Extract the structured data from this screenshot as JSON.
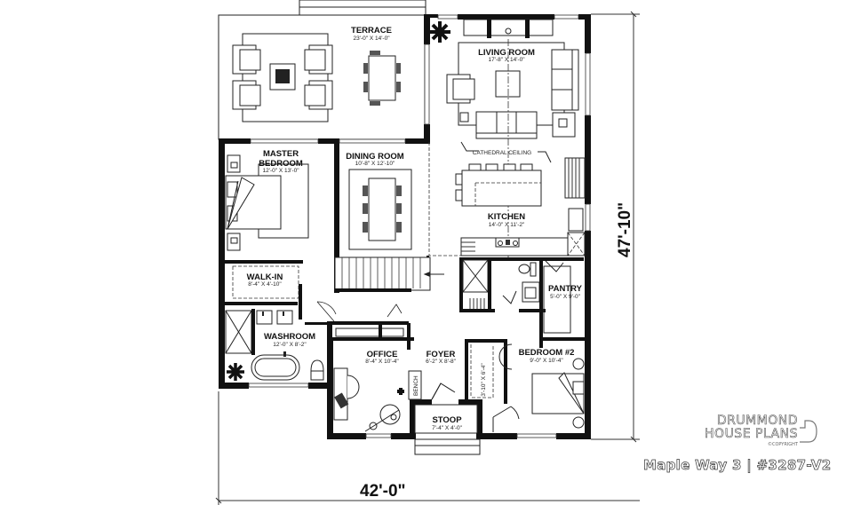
{
  "plan": {
    "name": "Maple Way 3",
    "number": "#3287-V2",
    "title": "Maple Way 3 | #3287-V2",
    "overall_width": "42'-0\"",
    "overall_depth": "47'-10\""
  },
  "brand": {
    "line1": "DRUMMOND",
    "line2": "HOUSE PLANS",
    "copyright": "©COPYRIGHT"
  },
  "rooms": {
    "terrace": {
      "name": "TERRACE",
      "dim": "23'-0\" X 14'-0\""
    },
    "living": {
      "name": "LIVING ROOM",
      "dim": "17'-8\" X 14'-0\""
    },
    "master": {
      "name1": "MASTER",
      "name2": "BEDROOM",
      "dim": "12'-0\" X 13'-0\""
    },
    "dining": {
      "name": "DINING ROOM",
      "dim": "10'-8\" X 12'-10\""
    },
    "kitchen": {
      "name": "KITCHEN",
      "dim": "14'-0\" X 11'-2\""
    },
    "walkin": {
      "name": "WALK-IN",
      "dim": "8'-4\" X 4'-10\""
    },
    "washroom": {
      "name": "WASHROOM",
      "dim": "12'-0\" X 8'-2\""
    },
    "pantry": {
      "name": "PANTRY",
      "dim": "5'-0\" X 9'-0\""
    },
    "office": {
      "name": "OFFICE",
      "dim": "8'-4\" X 10'-4\""
    },
    "foyer": {
      "name": "FOYER",
      "dim": "6'-2\" X 8'-8\""
    },
    "bedroom2": {
      "name": "BEDROOM #2",
      "dim": "9'-0\" X 10'-4\""
    },
    "stoop": {
      "name": "STOOP",
      "dim": "7'-4\" X 4'-0\""
    },
    "closet": {
      "dim": "3'-10\" X 6'-4\""
    }
  },
  "notes": {
    "cathedral": "CATHEDRAL CEILING",
    "bench": "BENCH"
  }
}
